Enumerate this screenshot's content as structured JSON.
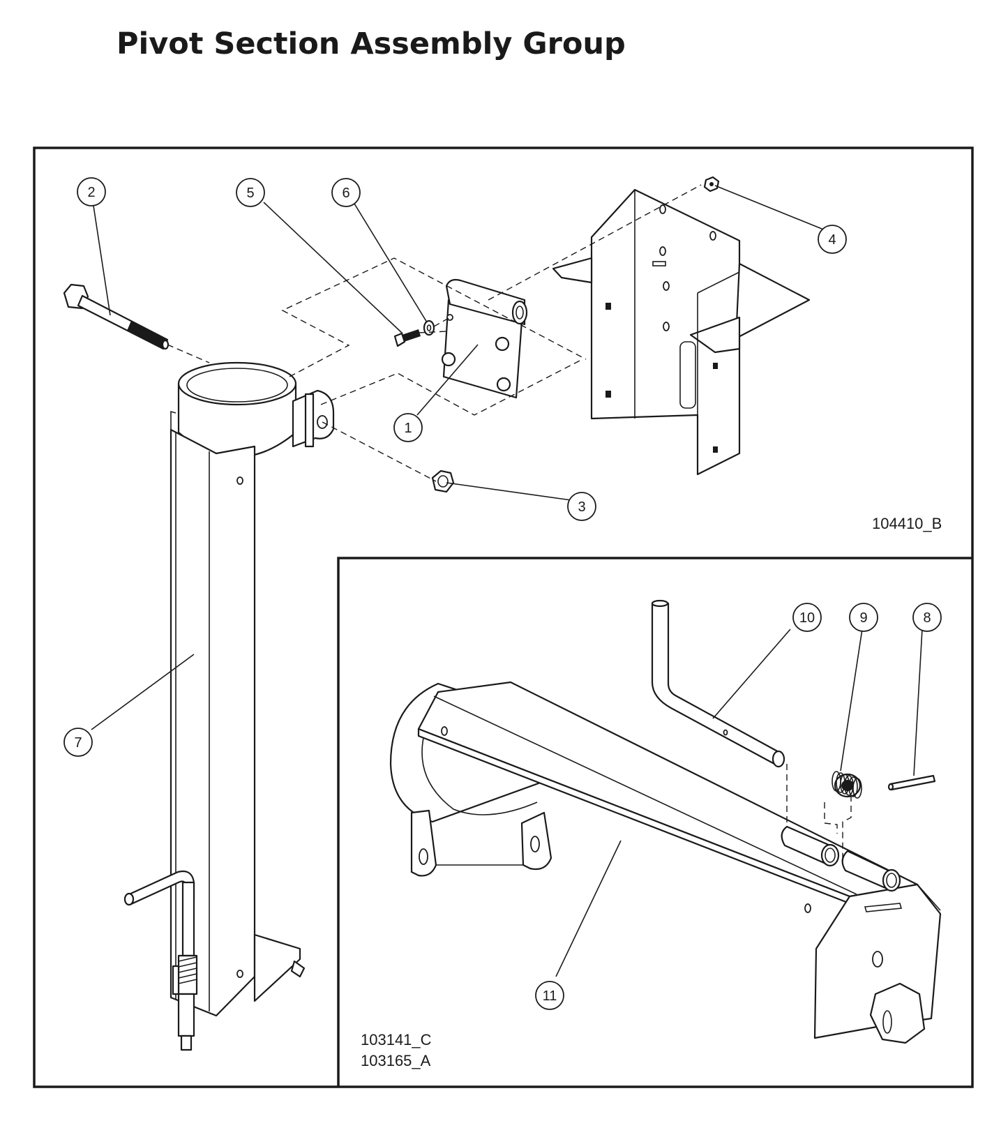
{
  "title": "Pivot Section Assembly Group",
  "drawing_numbers": {
    "upper": "104410_B",
    "lower_1": "103141_C",
    "lower_2": "103165_A"
  },
  "callouts": [
    "1",
    "2",
    "3",
    "4",
    "5",
    "6",
    "7",
    "8",
    "9",
    "10",
    "11"
  ],
  "colors": {
    "line": "#1a1a1a",
    "background": "#ffffff"
  }
}
